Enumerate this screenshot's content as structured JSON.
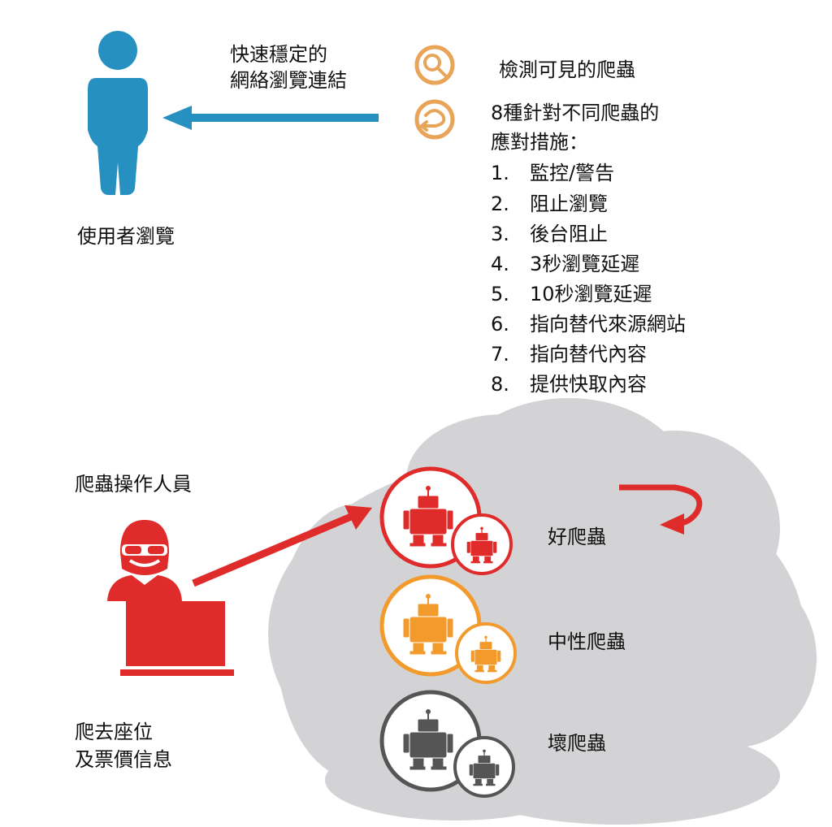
{
  "user": {
    "label": "使用者瀏覽",
    "arrow_label_line1": "快速穩定的",
    "arrow_label_line2": "網絡瀏覽連結"
  },
  "detect": {
    "detect_label": "檢測可見的爬蟲",
    "measures_line1": "8種針對不同爬蟲的",
    "measures_line2": "應對措施：",
    "items": [
      {
        "num": "1.",
        "text": "監控/警告"
      },
      {
        "num": "2.",
        "text": "阻止瀏覽"
      },
      {
        "num": "3.",
        "text": "後台阻止"
      },
      {
        "num": "4.",
        "text": "3秒瀏覽延遲"
      },
      {
        "num": "5.",
        "text": "10秒瀏覽延遲"
      },
      {
        "num": "6.",
        "text": "指向替代來源網站"
      },
      {
        "num": "7.",
        "text": "指向替代內容"
      },
      {
        "num": "8.",
        "text": "提供快取內容"
      }
    ]
  },
  "operator": {
    "label": "爬蟲操作人員",
    "purpose_line1": "爬去座位",
    "purpose_line2": "及票價信息"
  },
  "bots": {
    "good": "好爬蟲",
    "neutral": "中性爬蟲",
    "bad": "壞爬蟲"
  },
  "colors": {
    "user_blue": "#2690c0",
    "icon_orange": "#e8a55a",
    "red": "#e02b2b",
    "orange": "#f39a2c",
    "gray": "#555555",
    "cloud": "#d3d3d5"
  }
}
